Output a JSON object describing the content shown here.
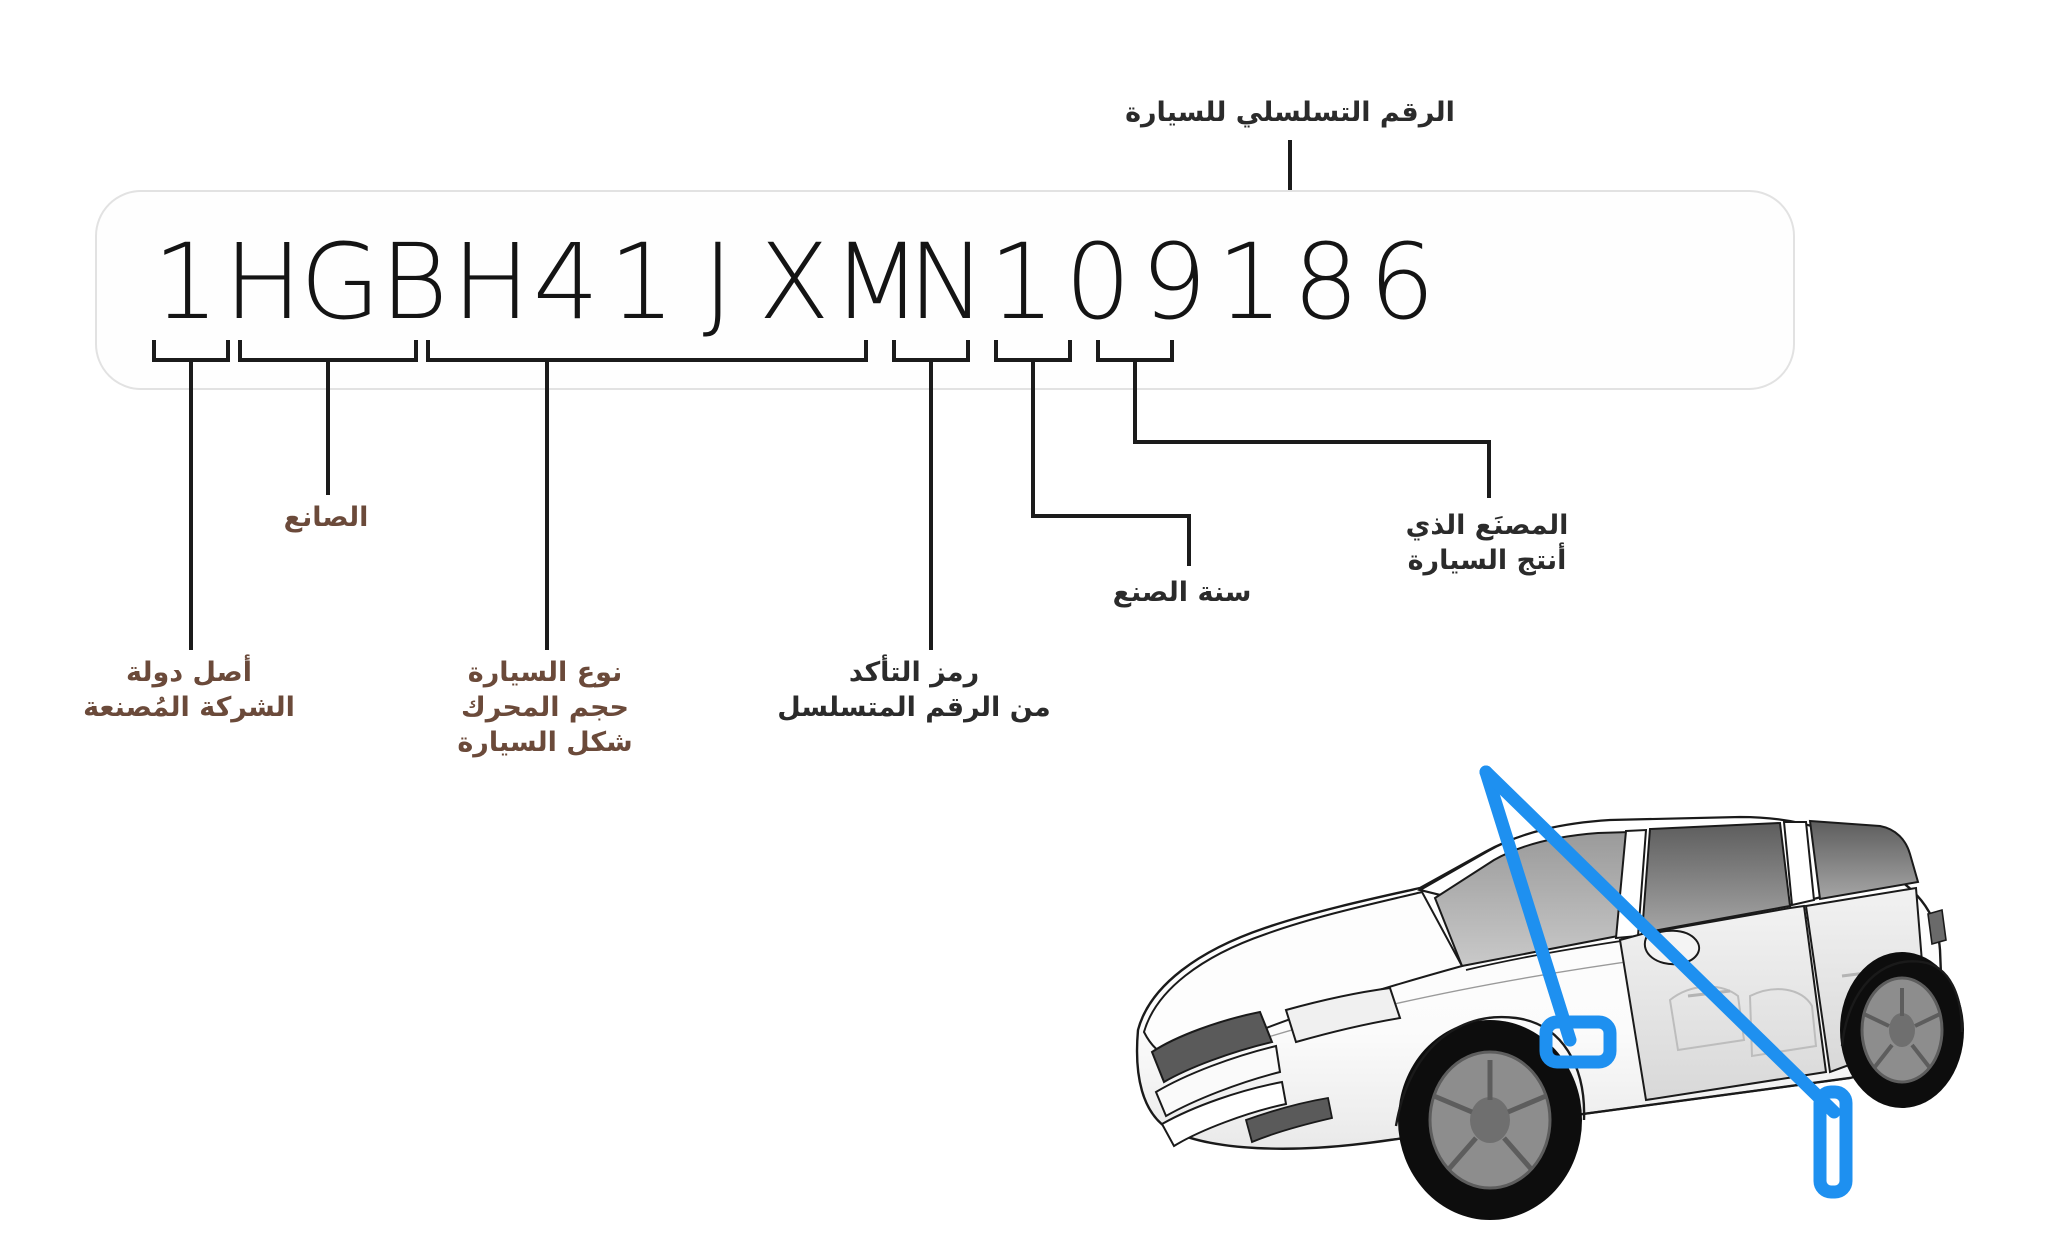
{
  "diagram": {
    "title_top": "الرقم التسلسلي للسيارة",
    "vin": "1HGBH41JXMN109186",
    "vin_chars": [
      "1",
      "H",
      "G",
      "B",
      "H",
      "4",
      "1",
      "J",
      "X",
      "M",
      "N",
      "1",
      "0",
      "9",
      "1",
      "8",
      "6"
    ],
    "labels": {
      "origin_country": "أصل دولة\nالشركة المُصنعة",
      "manufacturer": "الصانع",
      "vehicle_attributes": "نوع السيارة\nحجم المحرك\nشكل السيارة",
      "check_digit": "رمز التأكد\nمن الرقم المتسلسل",
      "model_year": "سنة الصنع",
      "assembly_plant": "المصنَع الذي\nأنتج السيارة",
      "serial_number": "الرقم التسلسلي للسيارة"
    },
    "segments": [
      {
        "key": "origin_country",
        "chars": "1",
        "label": "أصل دولة\nالشركة المُصنعة"
      },
      {
        "key": "manufacturer",
        "chars": "HG",
        "label": "الصانع"
      },
      {
        "key": "vehicle_attributes",
        "chars": "BH41J",
        "label": "نوع السيارة\nحجم المحرك\nشكل السيارة"
      },
      {
        "key": "check_digit",
        "chars": "X",
        "label": "رمز التأكد\nمن الرقم المتسلسل"
      },
      {
        "key": "model_year",
        "chars": "M",
        "label": "سنة الصنع"
      },
      {
        "key": "assembly_plant",
        "chars": "N",
        "label": "المصنَع الذي\nأنتج السيارة"
      },
      {
        "key": "serial_number",
        "chars": "109186",
        "label": "الرقم التسلسلي للسيارة"
      }
    ],
    "colors": {
      "brown_text": "#6b4a3a",
      "dark_text": "#2b2b2b",
      "vin_text": "#141414",
      "line": "#1b1b1b",
      "plate_border": "#e2e2e2",
      "marker_blue": "#1e90f0"
    }
  },
  "car": {
    "markers": [
      {
        "name": "dashboard-vin-plate"
      },
      {
        "name": "door-jamb-vin-sticker"
      }
    ]
  }
}
